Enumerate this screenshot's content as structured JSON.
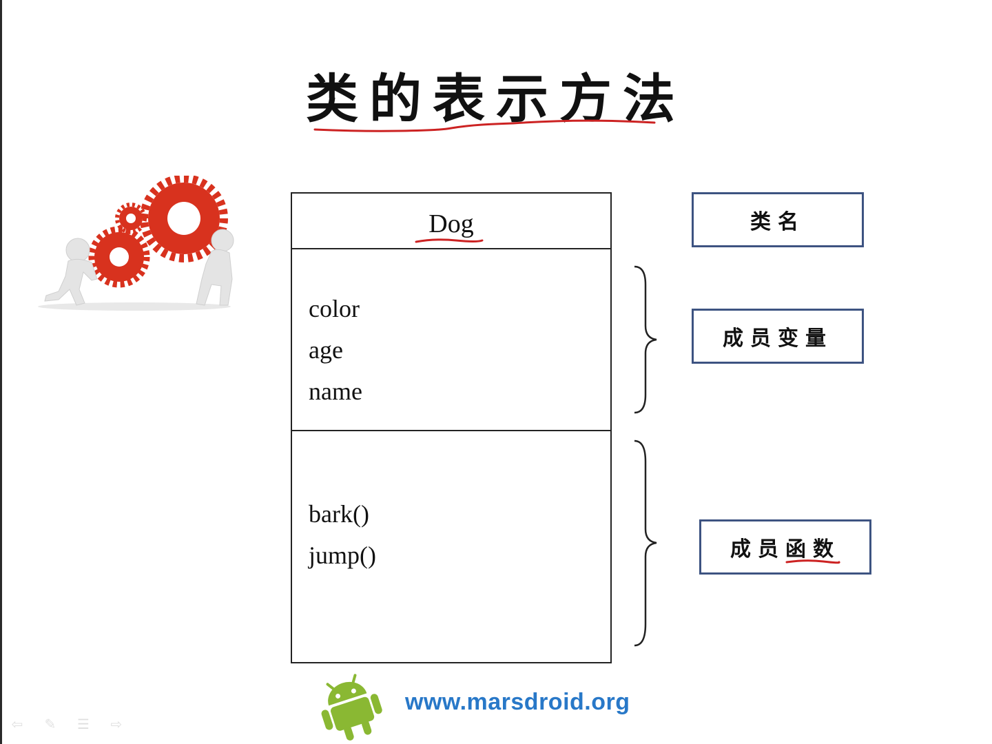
{
  "slide": {
    "title": "类的表示方法",
    "class_box": {
      "name": "Dog",
      "attributes": [
        "color",
        "age",
        "name"
      ],
      "methods": [
        "bark()",
        "jump()"
      ]
    },
    "labels": {
      "class_name": "类名",
      "member_variables": "成员变量",
      "member_functions": "成员函数"
    },
    "footer_url": "www.marsdroid.org",
    "colors": {
      "accent_red": "#cc2222",
      "label_border": "#3d5381",
      "url_blue": "#2878c8",
      "android_green": "#8ab833"
    },
    "icons": {
      "illustration": "gears-teamwork-icon",
      "logo": "android-icon",
      "nav": [
        "back-arrow-icon",
        "pen-icon",
        "menu-icon",
        "forward-arrow-icon"
      ]
    }
  }
}
